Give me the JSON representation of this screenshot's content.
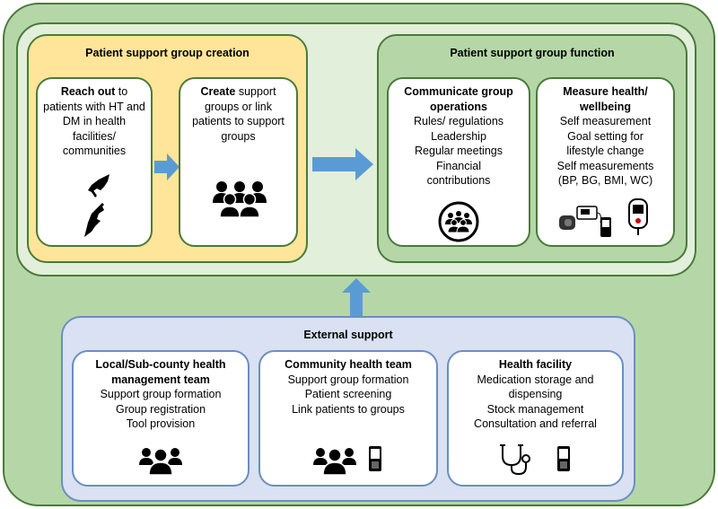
{
  "creation": {
    "title": "Patient support group creation",
    "reach_out": {
      "bold": "Reach out",
      "text": " to patients with HT and DM in health facilities/ communities"
    },
    "create": {
      "bold": "Create",
      "text": " support groups or link patients to support groups"
    }
  },
  "function": {
    "title": "Patient support group function",
    "communicate": {
      "title": "Communicate group operations",
      "items": [
        "Rules/ regulations",
        "Leadership",
        "Regular meetings",
        "Financial contributions"
      ]
    },
    "measure": {
      "title": "Measure health/ wellbeing",
      "items": [
        "Self measurement",
        "Goal setting for lifestyle change",
        "Self measurements (BP, BG, BMI, WC)"
      ]
    }
  },
  "external": {
    "title": "External support",
    "local": {
      "title": "Local/Sub-county health management team",
      "items": [
        "Support group formation",
        "Group registration",
        "Tool provision"
      ]
    },
    "community": {
      "title": "Community health team",
      "items": [
        "Support group formation",
        "Patient screening",
        "Link patients to groups"
      ]
    },
    "facility": {
      "title": "Health facility",
      "items": [
        "Medication storage and dispensing",
        "Stock management",
        "Consultation and referral"
      ]
    }
  },
  "colors": {
    "outer": "#b5d7a8",
    "band": "#e2efda",
    "creation": "#ffe599",
    "external": "#d9e1f2",
    "arrow": "#5b9bd5"
  }
}
